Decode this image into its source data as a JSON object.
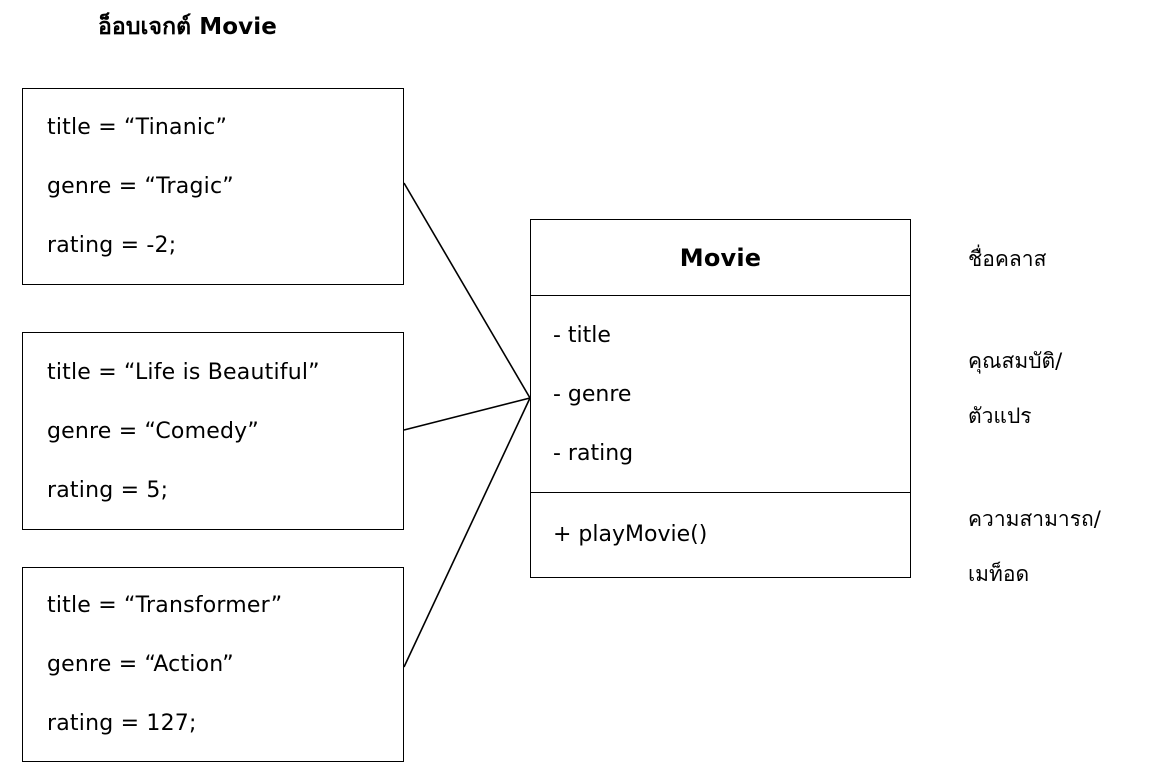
{
  "page": {
    "title": "อ็อบเจกต์ Movie",
    "background_color": "#ffffff",
    "line_color": "#000000"
  },
  "objects": [
    {
      "name": "object-tinanic",
      "lines": [
        "title  = “Tinanic”",
        "genre = “Tragic”",
        "rating = -2;"
      ]
    },
    {
      "name": "object-life-is-beautiful",
      "lines": [
        "title  = “Life is Beautiful”",
        "genre = “Comedy”",
        "rating = 5;"
      ]
    },
    {
      "name": "object-transformer",
      "lines": [
        "title  = “Transformer”",
        "genre = “Action”",
        "rating = 127;"
      ]
    }
  ],
  "class_box": {
    "class_name": "Movie",
    "attributes": [
      "- title",
      "- genre",
      "- rating"
    ],
    "methods": [
      "+ playMovie()"
    ]
  },
  "annotations": {
    "class_name_label": "ชื่อคลาส",
    "attributes_label_line1": "คุณสมบัติ/",
    "attributes_label_line2": "ตัวแปร",
    "methods_label_line1": "ความสามารถ/",
    "methods_label_line2": "เมท็อด"
  }
}
